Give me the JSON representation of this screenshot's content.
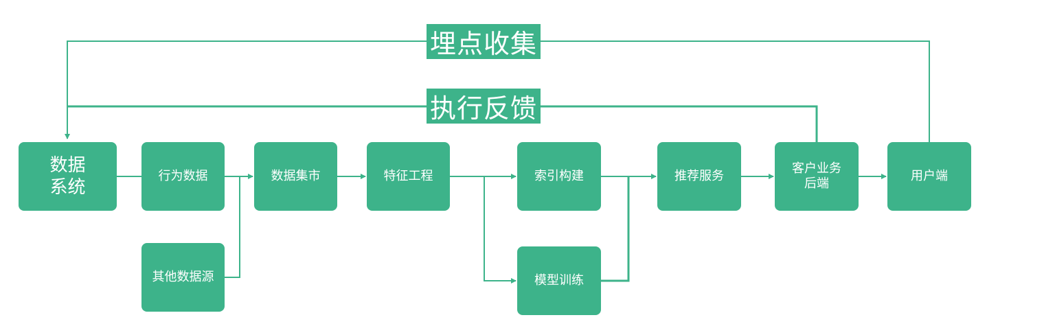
{
  "colors": {
    "node_fill": "#3db38a",
    "connector": "#3db38a",
    "text": "#ffffff"
  },
  "banners": {
    "collect": "埋点收集",
    "feedback": "执行反馈"
  },
  "nodes": {
    "data_system": "数据\n系统",
    "behavior_data": "行为数据",
    "other_sources": "其他数据源",
    "data_mart": "数据集市",
    "feature_eng": "特征工程",
    "index_build": "索引构建",
    "model_train": "模型训练",
    "recommend": "推荐服务",
    "client_backend": "客户业务\n后端",
    "user_end": "用户端"
  }
}
